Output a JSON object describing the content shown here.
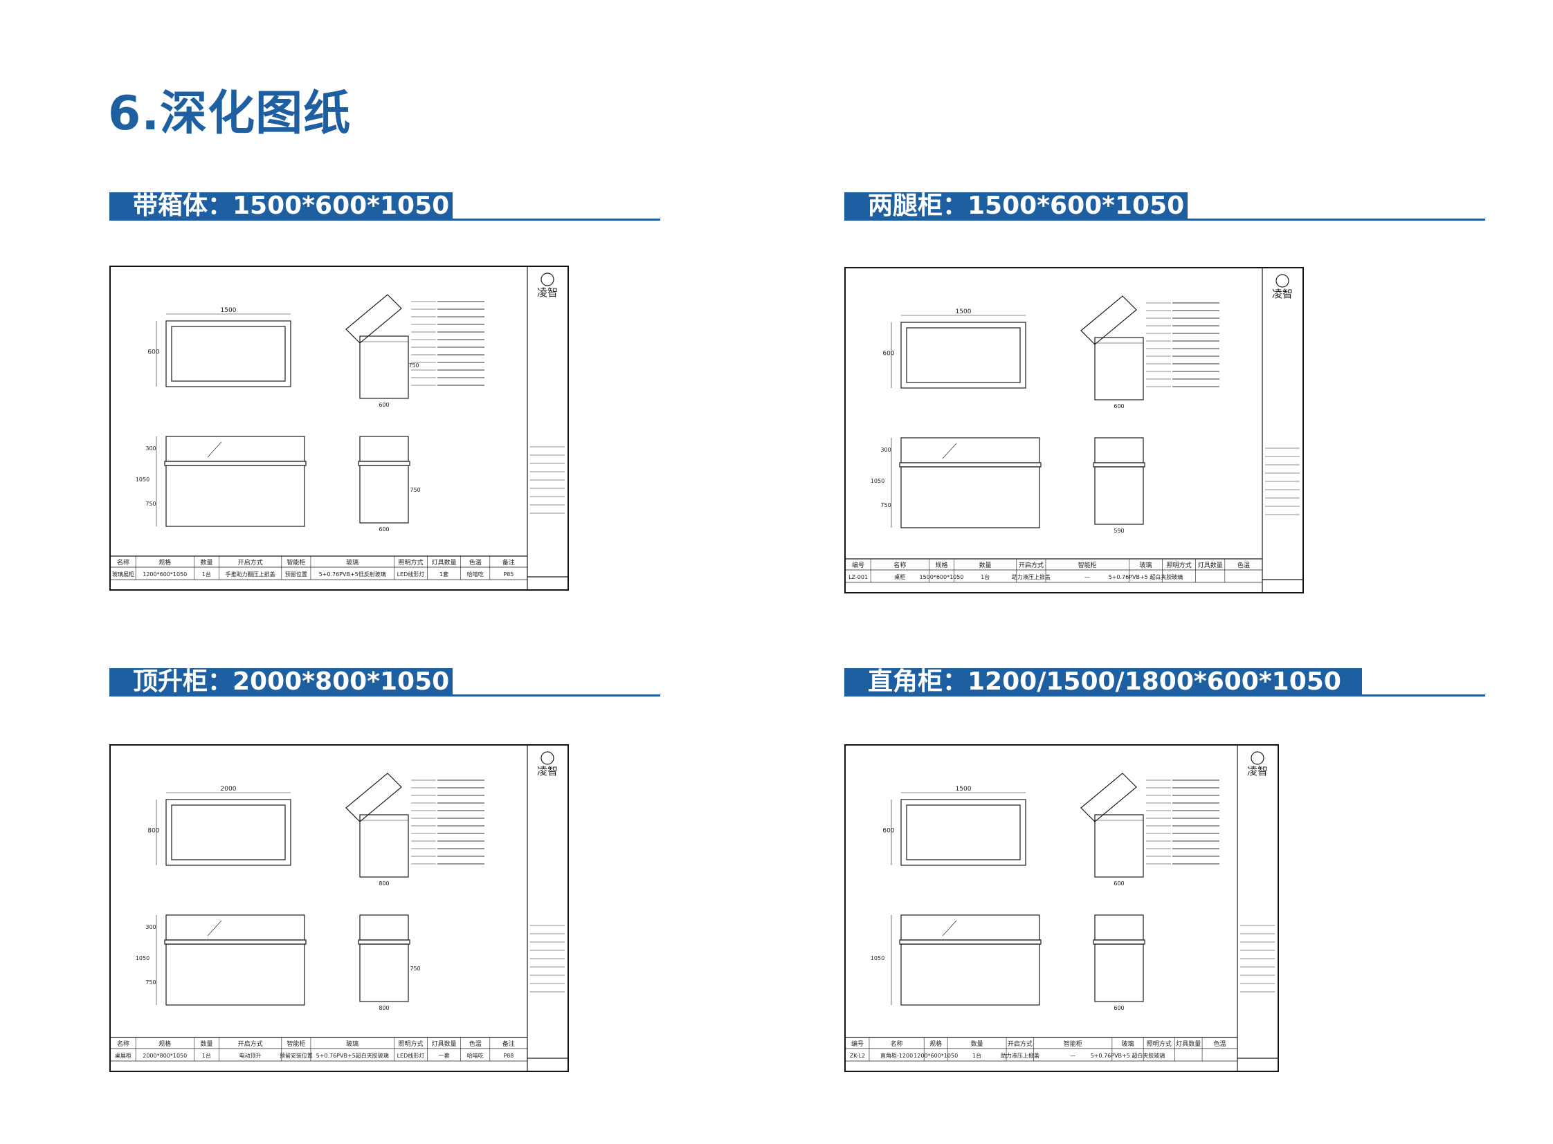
{
  "page": {
    "title": "6.深化图纸"
  },
  "brand": {
    "logo_text": "凌智",
    "accent": "#1d5fa0",
    "stroke": "#1a1a1a"
  },
  "sections": [
    {
      "title": "带箱体：1500*600*1050",
      "dims": {
        "top_w": "1500",
        "top_h": "600",
        "side_w": "600",
        "side_h": "750",
        "front_h": "1050",
        "front_top": "300",
        "front_bottom": "750",
        "end_w": "600",
        "end_h": "750"
      },
      "table": {
        "headers": [
          "名称",
          "规格",
          "数量",
          "开启方式",
          "智能柜",
          "玻璃",
          "照明方式",
          "灯具数量",
          "色温",
          "备注"
        ],
        "row": [
          "玻璃展柜",
          "1200*600*1050",
          "1台",
          "手推助力翻压上掀盖",
          "预留位置",
          "5+0.76PVB+5低反射玻璃",
          "LED线形灯",
          "1套",
          "哈喵吃",
          "P85"
        ]
      }
    },
    {
      "title": "两腿柜：1500*600*1050",
      "dims": {
        "top_w": "1500",
        "top_h": "600",
        "side_w": "600",
        "side_h": "",
        "front_h": "1050",
        "front_top": "300",
        "front_bottom": "750",
        "end_w": "590",
        "end_h": ""
      },
      "table": {
        "headers": [
          "编号",
          "名称",
          "规格",
          "数量",
          "开启方式",
          "智能柜",
          "玻璃",
          "照明方式",
          "灯具数量",
          "色温"
        ],
        "row": [
          "LZ-001",
          "桌柜",
          "1500*600*1050",
          "1台",
          "助力液压上掀盖",
          "—",
          "5+0.76PVB+5 超白夹胶玻璃",
          "",
          "",
          ""
        ]
      }
    },
    {
      "title": "顶升柜：2000*800*1050",
      "dims": {
        "top_w": "2000",
        "top_h": "800",
        "side_w": "800",
        "side_h": "",
        "front_h": "1050",
        "front_top": "300",
        "front_bottom": "750",
        "end_w": "800",
        "end_h": "750"
      },
      "table": {
        "headers": [
          "名称",
          "规格",
          "数量",
          "开启方式",
          "智能柜",
          "玻璃",
          "照明方式",
          "灯具数量",
          "色温",
          "备注"
        ],
        "row": [
          "桌展柜",
          "2000*800*1050",
          "1台",
          "电动顶升",
          "预留安装位置",
          "5+0.76PVB+5超白夹胶玻璃",
          "LED线形灯",
          "一套",
          "哈喵吃",
          "P88"
        ]
      }
    },
    {
      "title": "直角柜：1200/1500/1800*600*1050",
      "dims": {
        "top_w": "1500",
        "top_h": "600",
        "side_w": "600",
        "side_h": "",
        "front_h": "1050",
        "front_top": "",
        "front_bottom": "",
        "end_w": "600",
        "end_h": ""
      },
      "table": {
        "headers": [
          "编号",
          "名称",
          "规格",
          "数量",
          "开启方式",
          "智能柜",
          "玻璃",
          "照明方式",
          "灯具数量",
          "色温"
        ],
        "row": [
          "ZK-L2",
          "直角柜-1200",
          "1200*600*1050",
          "1台",
          "助力液压上掀盖",
          "—",
          "5+0.76PVB+5 超白夹胶玻璃",
          "",
          "",
          ""
        ]
      }
    }
  ]
}
